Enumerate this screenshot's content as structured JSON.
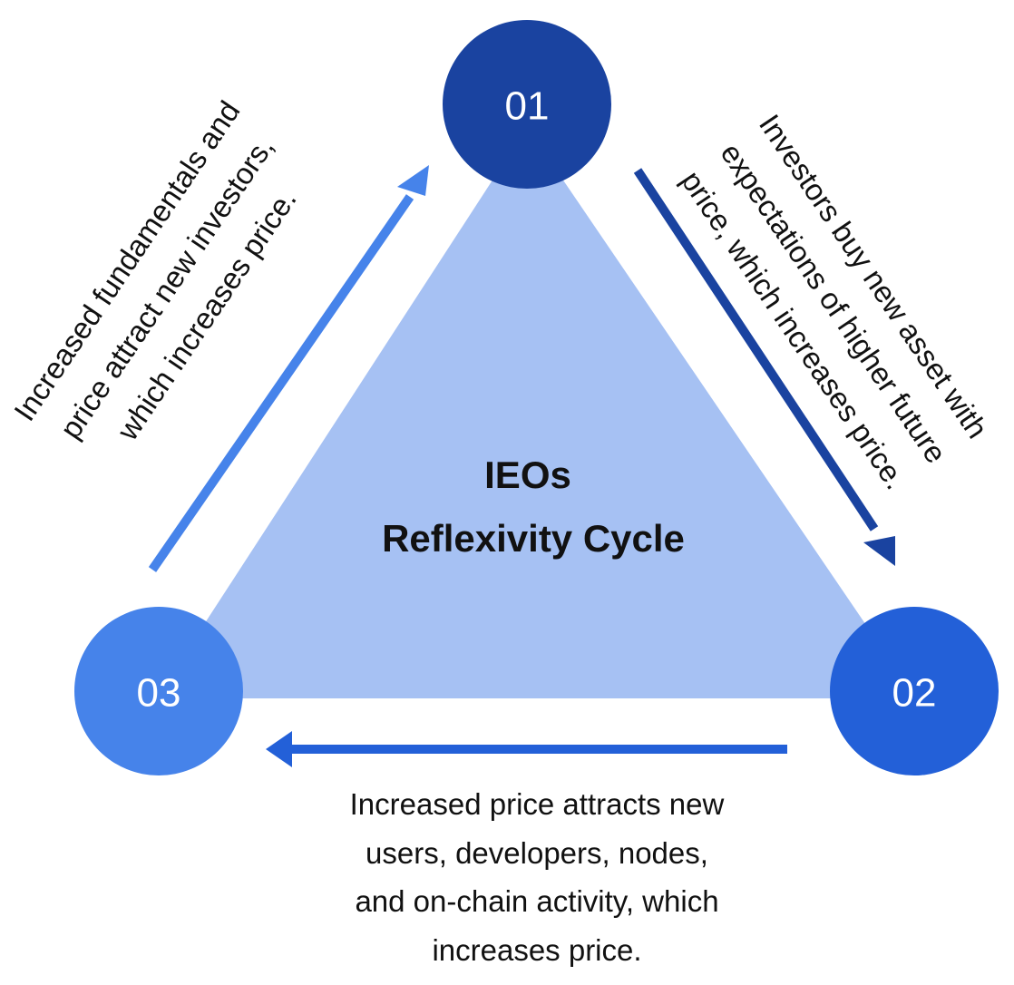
{
  "title": {
    "line1": "IEOs",
    "line2": "Reflexivity Cycle"
  },
  "nodes": [
    {
      "id": "01",
      "label": "01",
      "color": "#1a43a0"
    },
    {
      "id": "02",
      "label": "02",
      "color": "#2360d8"
    },
    {
      "id": "03",
      "label": "03",
      "color": "#4683ea"
    }
  ],
  "edges": [
    {
      "from": "01",
      "to": "02",
      "color": "#1a43a0",
      "text_lines": [
        "Investors buy new asset with",
        "expectations of higher future",
        "price, which increases price."
      ]
    },
    {
      "from": "02",
      "to": "03",
      "color": "#2360d8",
      "text_lines": [
        "Increased price attracts new",
        "users, developers, nodes,",
        "and on-chain activity, which",
        "increases price."
      ]
    },
    {
      "from": "03",
      "to": "01",
      "color": "#4683ea",
      "text_lines": [
        "Increased fundamentals and",
        "price attract new investors,",
        "which increases price."
      ]
    }
  ],
  "colors": {
    "triangle_fill": "#a6c1f3",
    "text": "#111111",
    "background": "#ffffff"
  }
}
